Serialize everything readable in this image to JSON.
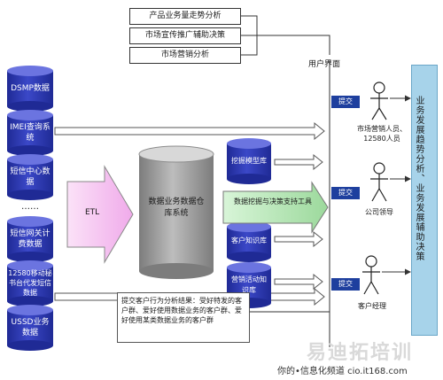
{
  "top_boxes": [
    "产品业务量走势分析",
    "市场宣传推广辅助决策",
    "市场营销分析"
  ],
  "sources": [
    "DSMP数据",
    "IMEI查询系统",
    "短信中心数据",
    "……",
    "短信网关计费数据",
    "12580移动秘书台代发短信数据",
    "USSD业务数据"
  ],
  "etl_label": "ETL",
  "warehouse_label": "数据业务数据仓库系统",
  "pipeline": {
    "model_db": "挖掘模型库",
    "tools": "数据挖掘与决策支持工具",
    "knowledge_db": "客户知识库",
    "campaign_db": "营销活动知识库"
  },
  "user_interface_label": "用户界面",
  "submit_label": "提交",
  "users": [
    "市场营销人员、12580人员",
    "公司领导",
    "客户经理"
  ],
  "right_bar_text": "业务发展趋势分析、业务发展辅助决策",
  "note_text": "提交客户行为分析结果：受好特发的客户群、爱好使用数据业务的客户群、爱好使用某类数据业务的客户群",
  "watermark": "易迪拓培训",
  "footer": "你的•信息化频道 cio.it168.com",
  "colors": {
    "cylinder": "#2c36b0",
    "warehouse": "#9c9c9c",
    "tag": "#1e3f9e",
    "bar": "#a7d3ea",
    "etl": "#f6c6f2"
  }
}
